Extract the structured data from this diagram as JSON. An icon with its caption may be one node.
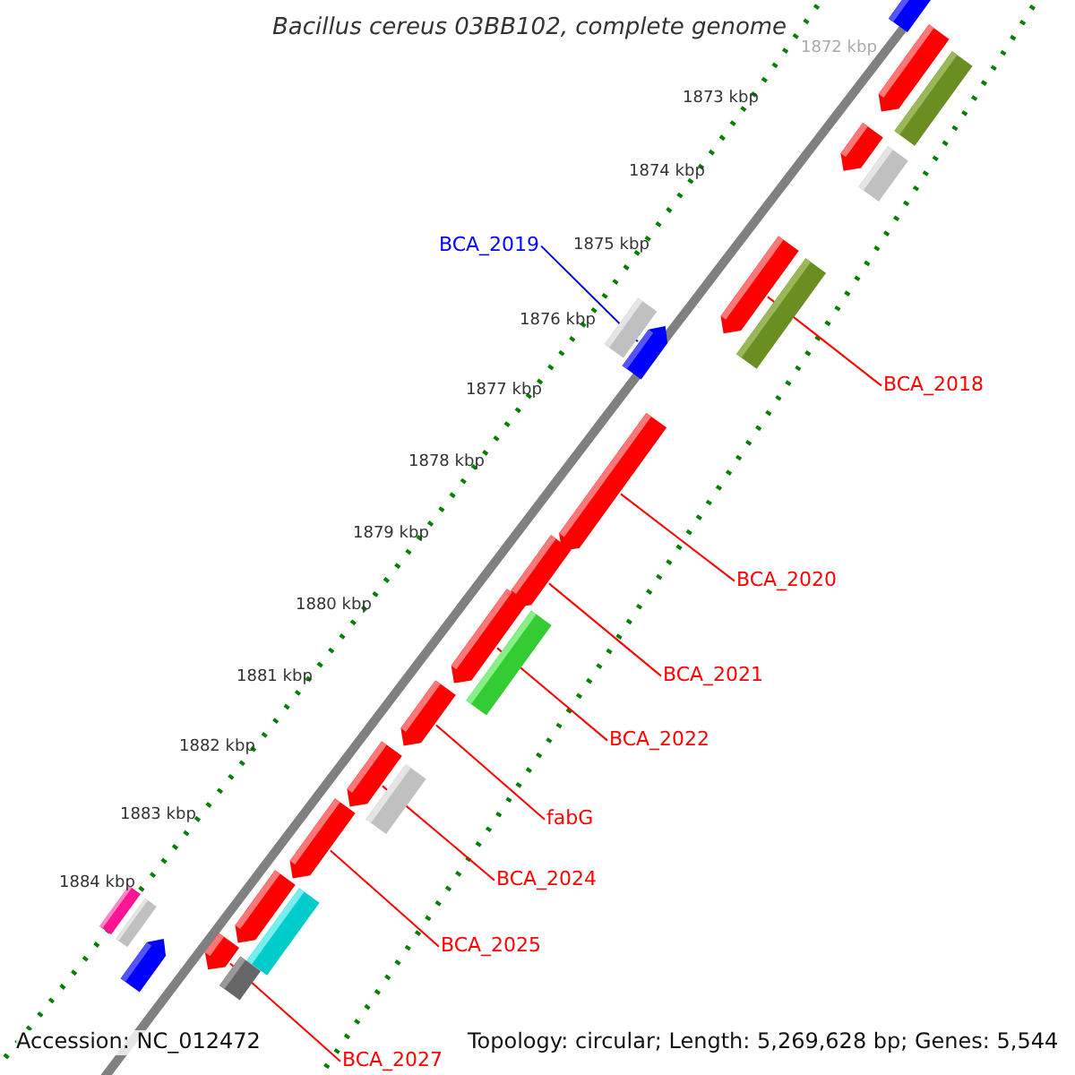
{
  "diagram": {
    "title": "Bacillus cereus 03BB102, complete genome",
    "nodes": [
      {
        "text": [
          "BCA_2019"
        ]
      },
      {
        "text": [],
        "shape": "bar"
      },
      {
        "text": [
          "BCA_2018"
        ]
      },
      {
        "text": [],
        "shape": "bar"
      },
      {
        "text": [
          "BCA_2020"
        ]
      },
      {
        "text": [],
        "shape": "bar"
      },
      {
        "text": [
          "BCA_2021"
        ]
      },
      {
        "text": [],
        "shape": "bar"
      },
      {
        "text": [
          "BCA_2022"
        ]
      },
      {
        "text": [],
        "shape": "bar"
      },
      {
        "text": [
          "fabG"
        ]
      },
      {
        "text": [],
        "shape": "bar"
      },
      {
        "text": [
          "BCA_2024"
        ]
      },
      {
        "text": [],
        "shape": "bar"
      },
      {
        "text": [
          "BCA_2025"
        ]
      },
      {
        "text": [],
        "shape": "bar"
      },
      {
        "text": [
          "BCA_2027"
        ]
      },
      {
        "text": [],
        "shape": "bar"
      },
      {
        "text": [],
        "shape": "bar"
      },
      {
        "text": [],
        "shape": "bar"
      },
      {
        "text": [],
        "shape": "bar"
      },
      {
        "text": [],
        "shape": "bar"
      },
      {
        "text": [],
        "shape": "bar"
      },
      {
        "text": [],
        "shape": "bar"
      },
      {
        "text": [],
        "shape": "bar"
      },
      {
        "text": [],
        "shape": "bar"
      },
      {
        "text": [],
        "shape": "bar"
      },
      {
        "text": [],
        "shape": "bar"
      },
      {
        "text": [],
        "shape": "bar"
      },
      {
        "text": [],
        "shape": "bar"
      },
      {
        "text": [],
        "shape": "bar"
      },
      {
        "text": [],
        "shape": "bar"
      },
      {
        "text": [],
        "shape": "bar"
      }
    ],
    "edges": [
      {
        "from": 0,
        "to": 1,
        "arrow": "none",
        "color": "#0000ff"
      },
      {
        "from": 2,
        "to": 3,
        "arrow": "none"
      },
      {
        "from": 4,
        "to": 5,
        "arrow": "none"
      },
      {
        "from": 6,
        "to": 7,
        "arrow": "none"
      },
      {
        "from": 8,
        "to": 9,
        "arrow": "none"
      },
      {
        "from": 10,
        "to": 11,
        "arrow": "none"
      },
      {
        "from": 12,
        "to": 13,
        "arrow": "none"
      },
      {
        "from": 14,
        "to": 15,
        "arrow": "none"
      },
      {
        "from": 16,
        "to": 17,
        "arrow": "none"
      }
    ],
    "labels": [
      "1872 kbp",
      "1873 kbp",
      "1874 kbp",
      "1875 kbp",
      "1876 kbp",
      "1877 kbp",
      "1878 kbp",
      "1879 kbp",
      "1880 kbp",
      "1881 kbp",
      "1882 kbp",
      "1883 kbp",
      "1884 kbp",
      "Accession: NC_012472",
      "Topology: circular; Length: 5,269,628 bp; Genes: 5,544"
    ]
  }
}
